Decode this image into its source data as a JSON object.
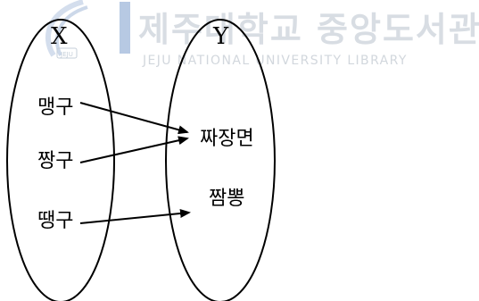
{
  "watermark": {
    "title": "제주대학교 중앙도서관",
    "subtitle": "JEJU NATIONAL UNIVERSITY LIBRARY",
    "logo_text": "JEJU"
  },
  "diagram": {
    "domain_label": "X",
    "codomain_label": "Y",
    "domain_items": [
      "맹구",
      "짱구",
      "땡구"
    ],
    "codomain_items": [
      "짜장면",
      "짬뽕"
    ],
    "mapping": [
      {
        "from": "맹구",
        "to": "짜장면"
      },
      {
        "from": "짱구",
        "to": "짜장면"
      },
      {
        "from": "땡구",
        "to": "짬뽕"
      }
    ]
  },
  "colors": {
    "stroke": "#000000",
    "watermark": "#d8dde3",
    "logo_accent": "#4a7fc1"
  }
}
